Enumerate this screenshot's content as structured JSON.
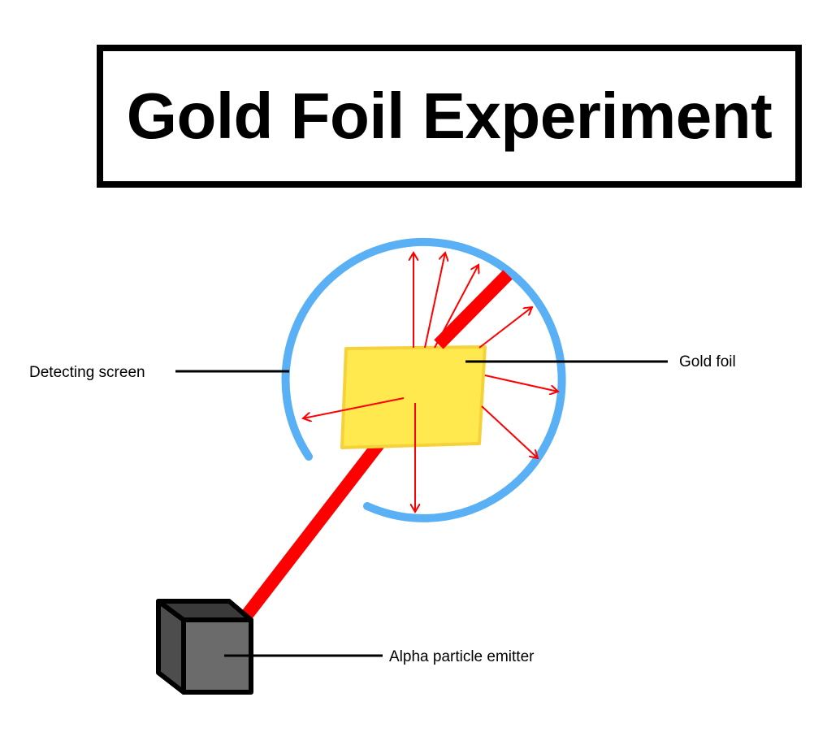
{
  "title": "Gold Foil Experiment",
  "labels": {
    "detecting_screen": "Detecting screen",
    "gold_foil": "Gold foil",
    "emitter": "Alpha particle emitter"
  },
  "colors": {
    "beam": "#ff0000",
    "deflection_arrows": "#ff0000",
    "screen": "#5ab0f5",
    "foil_fill": "#ffe94f",
    "foil_edge": "#f5d23a",
    "emitter_front": "#6b6b6b",
    "emitter_side": "#4d4d4d",
    "outline": "#000000"
  },
  "icons": {
    "emitter": "cube-icon",
    "foil": "gold-foil-sheet",
    "screen": "circular-detector-ring"
  }
}
